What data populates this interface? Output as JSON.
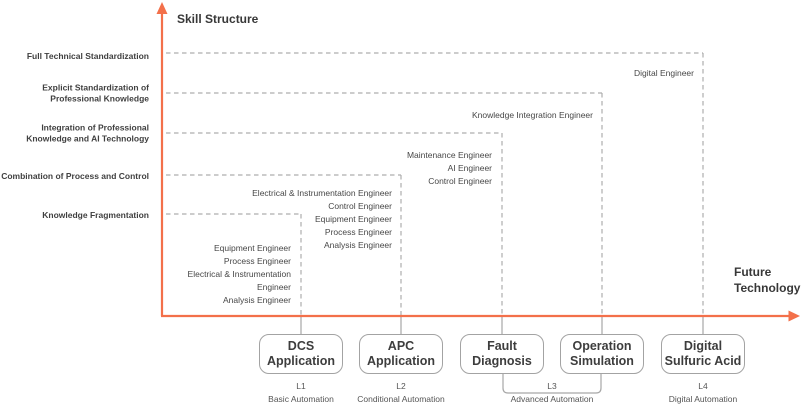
{
  "colors": {
    "axis": "#f3704a",
    "dashed": "#adadad",
    "connector": "#a6a6a6",
    "text_dark": "#3d3d3d",
    "text_medium": "#555555"
  },
  "axes": {
    "y_title": "Skill Structure",
    "x_title": "Future\nTechnology"
  },
  "skill_levels": [
    "Full Technical Standardization",
    "Explicit Standardization of\nProfessional Knowledge",
    "Integration of Professional\nKnowledge and AI Technology",
    "Combination of Process and Control",
    "Knowledge Fragmentation"
  ],
  "stages": [
    {
      "box": "DCS\nApplication",
      "engineers": [
        "Equipment Engineer",
        "Process Engineer",
        "Electrical & Instrumentation\nEngineer",
        "Analysis Engineer"
      ]
    },
    {
      "box": "APC\nApplication",
      "engineers": [
        "Electrical & Instrumentation Engineer",
        "Control Engineer",
        "Equipment Engineer",
        "Process Engineer",
        "Analysis Engineer"
      ]
    },
    {
      "box": "Fault\nDiagnosis",
      "engineers": [
        "Maintenance Engineer",
        "AI Engineer",
        "Control Engineer"
      ]
    },
    {
      "box": "Operation\nSimulation",
      "engineers": [
        "Knowledge Integration Engineer"
      ]
    },
    {
      "box": "Digital\nSulfuric Acid",
      "engineers": [
        "Digital Engineer"
      ]
    }
  ],
  "level_labels": [
    {
      "level": "L1",
      "automation": "Basic Automation"
    },
    {
      "level": "L2",
      "automation": "Conditional Automation"
    },
    {
      "level": "L3",
      "automation": "Advanced Automation"
    },
    {
      "level": "L4",
      "automation": "Digital Automation"
    }
  ]
}
